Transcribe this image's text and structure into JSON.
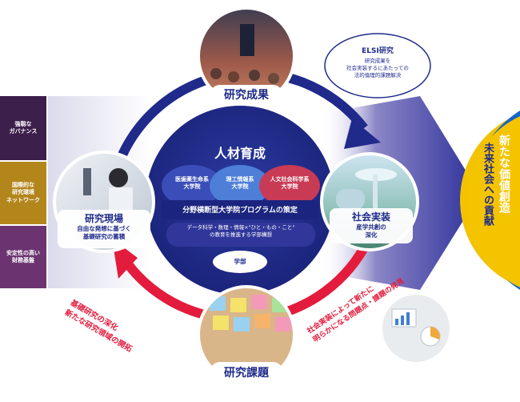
{
  "colors": {
    "navy": "#1f2a8a",
    "red": "#e31b3c",
    "blue_right": "#1466c8",
    "gold": "#f3c200",
    "purple_dark": "#3d1f4c",
    "purple_mid": "#6b3470",
    "gold_band": "#b3861c"
  },
  "left_bands": [
    "強靱な\nガバナンス",
    "国際的な\n研究環境\nネットワーク",
    "安定性の高い\n財務基盤"
  ],
  "top_node": {
    "title": "研究成果",
    "icon": "lecture-hall-photo"
  },
  "elsi": {
    "title": "ELSI研究",
    "desc": "研究成果を\n社会実装するにあたっての\n法的倫理的課題解決"
  },
  "center": {
    "title": "人材育成",
    "schools": [
      "医歯薬生命系\n大学院",
      "理工情報系\n大学院",
      "人文社会科学系\n大学院"
    ],
    "strategy": "分野横断型大学院プログラムの策定",
    "concept": "データ科学・数理・情報×\"ひと・もの・こと\"\nの教育を推進する学部構想",
    "faculty": "学部"
  },
  "left_node": {
    "title": "研究現場",
    "sub": "自由な発想に基づく\n基礎研究の蓄積",
    "icon": "scientist-microscope-photo"
  },
  "right_node": {
    "title": "社会実装",
    "sub": "産学共創の\n深化",
    "icon": "futuristic-city-photo"
  },
  "bottom_node": {
    "title": "研究課題",
    "icon": "sticky-notes-photo"
  },
  "arrows": {
    "bottom_left": "基礎研究の深化\n新たな研究領域の開拓",
    "bottom_right": "社会実装によって新たに\n明らかになる問題点・課題の発見"
  },
  "right_panel": {
    "line1": "新たな価値創造",
    "line2": "未来社会への貢献"
  }
}
